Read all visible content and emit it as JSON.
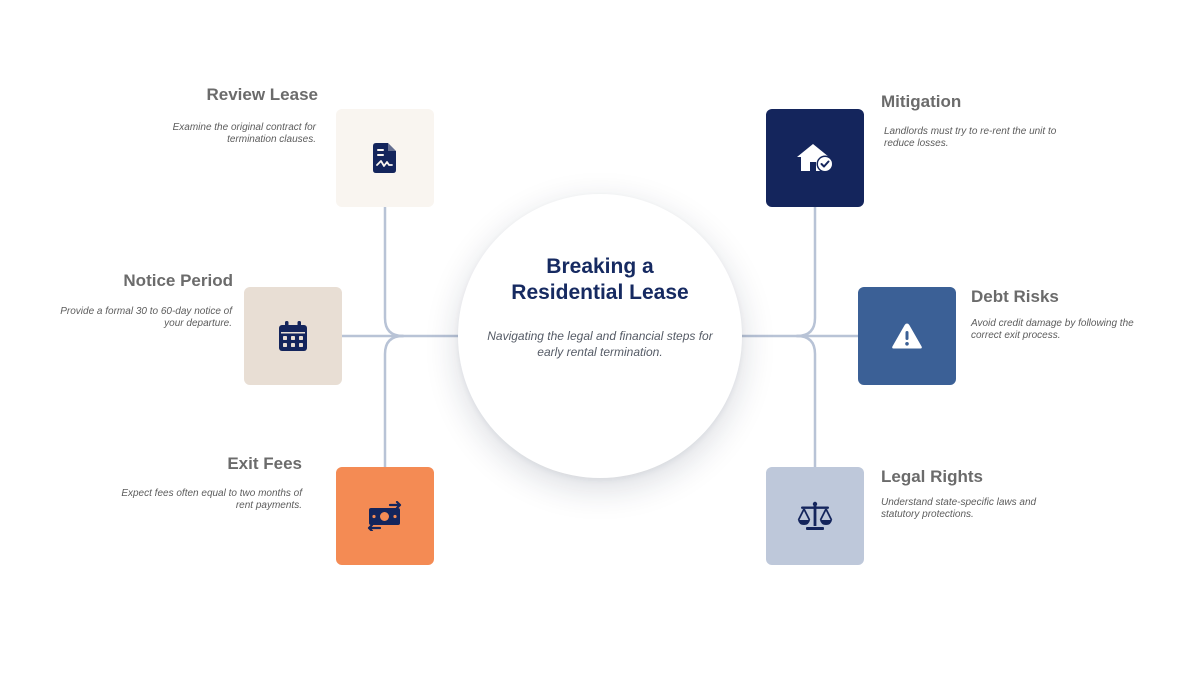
{
  "center": {
    "title": "Breaking a Residential Lease",
    "subtitle": "Navigating the legal and financial steps for early rental termination."
  },
  "nodes": [
    {
      "id": "review-lease",
      "title": "Review Lease",
      "description": "Examine the original contract for termination clauses.",
      "icon": "document-signature-icon",
      "color": "#f9f5f0"
    },
    {
      "id": "notice-period",
      "title": "Notice Period",
      "description": "Provide a formal 30 to 60-day notice of your departure.",
      "icon": "calendar-icon",
      "color": "#e8ded4"
    },
    {
      "id": "exit-fees",
      "title": "Exit Fees",
      "description": "Expect fees often equal to two months of rent payments.",
      "icon": "money-exchange-icon",
      "color": "#f48b54"
    },
    {
      "id": "mitigation",
      "title": "Mitigation",
      "description": "Landlords must try to re-rent the unit to reduce losses.",
      "icon": "house-check-icon",
      "color": "#14255c"
    },
    {
      "id": "debt-risks",
      "title": "Debt Risks",
      "description": "Avoid credit damage by following the correct exit process.",
      "icon": "warning-icon",
      "color": "#3b6096"
    },
    {
      "id": "legal-rights",
      "title": "Legal Rights",
      "description": "Understand state-specific laws and statutory protections.",
      "icon": "scales-icon",
      "color": "#bec8da"
    }
  ],
  "colors": {
    "connector": "#b8c3d6",
    "title_text": "#162a61",
    "icon_dark": "#14255c",
    "icon_light": "#ffffff"
  }
}
